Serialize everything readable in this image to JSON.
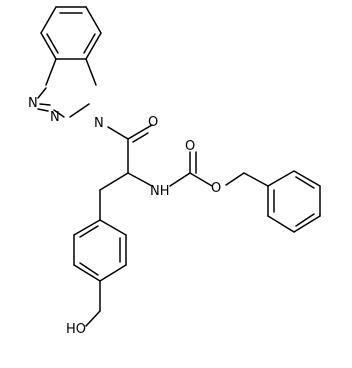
{
  "structure": {
    "atoms": {
      "n1": "N",
      "n2": "N",
      "n3": "N",
      "o_ketone": "O",
      "nh": "NH",
      "o_carbonyl": "O",
      "o_ester": "O",
      "oh": "HO"
    },
    "colors": {
      "bond": "#000000",
      "label": "#000000",
      "background": "#ffffff"
    }
  }
}
